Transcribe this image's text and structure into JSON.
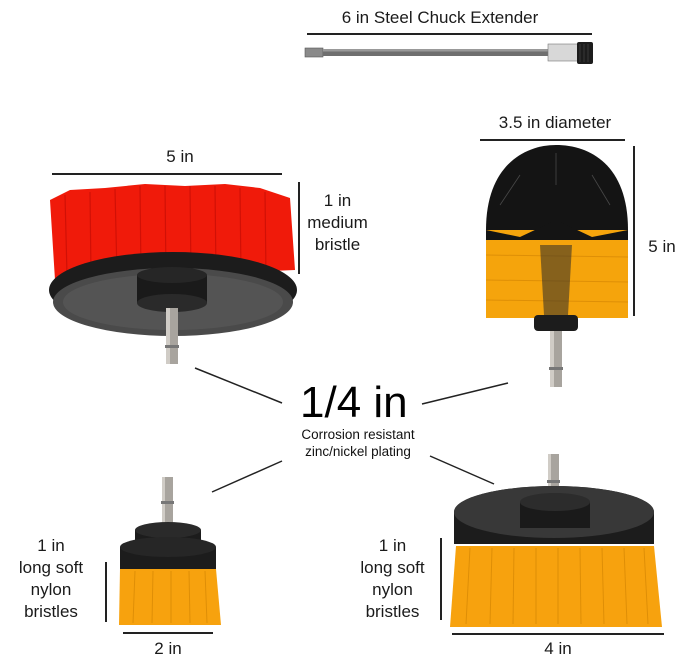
{
  "extender": {
    "label": "6 in Steel Chuck Extender"
  },
  "red_brush": {
    "width_label": "5 in",
    "height_label": "1 in\nmedium\nbristle",
    "color": "#f01a0a"
  },
  "drill_brush": {
    "width_label": "3.5 in diameter",
    "height_label": "5 in",
    "top_color": "#111111",
    "bottom_color": "#f5a40c"
  },
  "center": {
    "size_label": "1/4 in",
    "description": "Corrosion resistant\nzinc/nickel plating"
  },
  "small_brush": {
    "height_label": "1 in\nlong soft\nnylon\nbristles",
    "width_label": "2 in",
    "color": "#f7a20e"
  },
  "large_brush": {
    "height_label": "1 in\nlong soft\nnylon\nbristles",
    "width_label": "4 in",
    "color": "#f7a20e"
  },
  "colors": {
    "base_black": "#1c1c1c",
    "steel": "#a8a49e",
    "line": "#222222"
  }
}
